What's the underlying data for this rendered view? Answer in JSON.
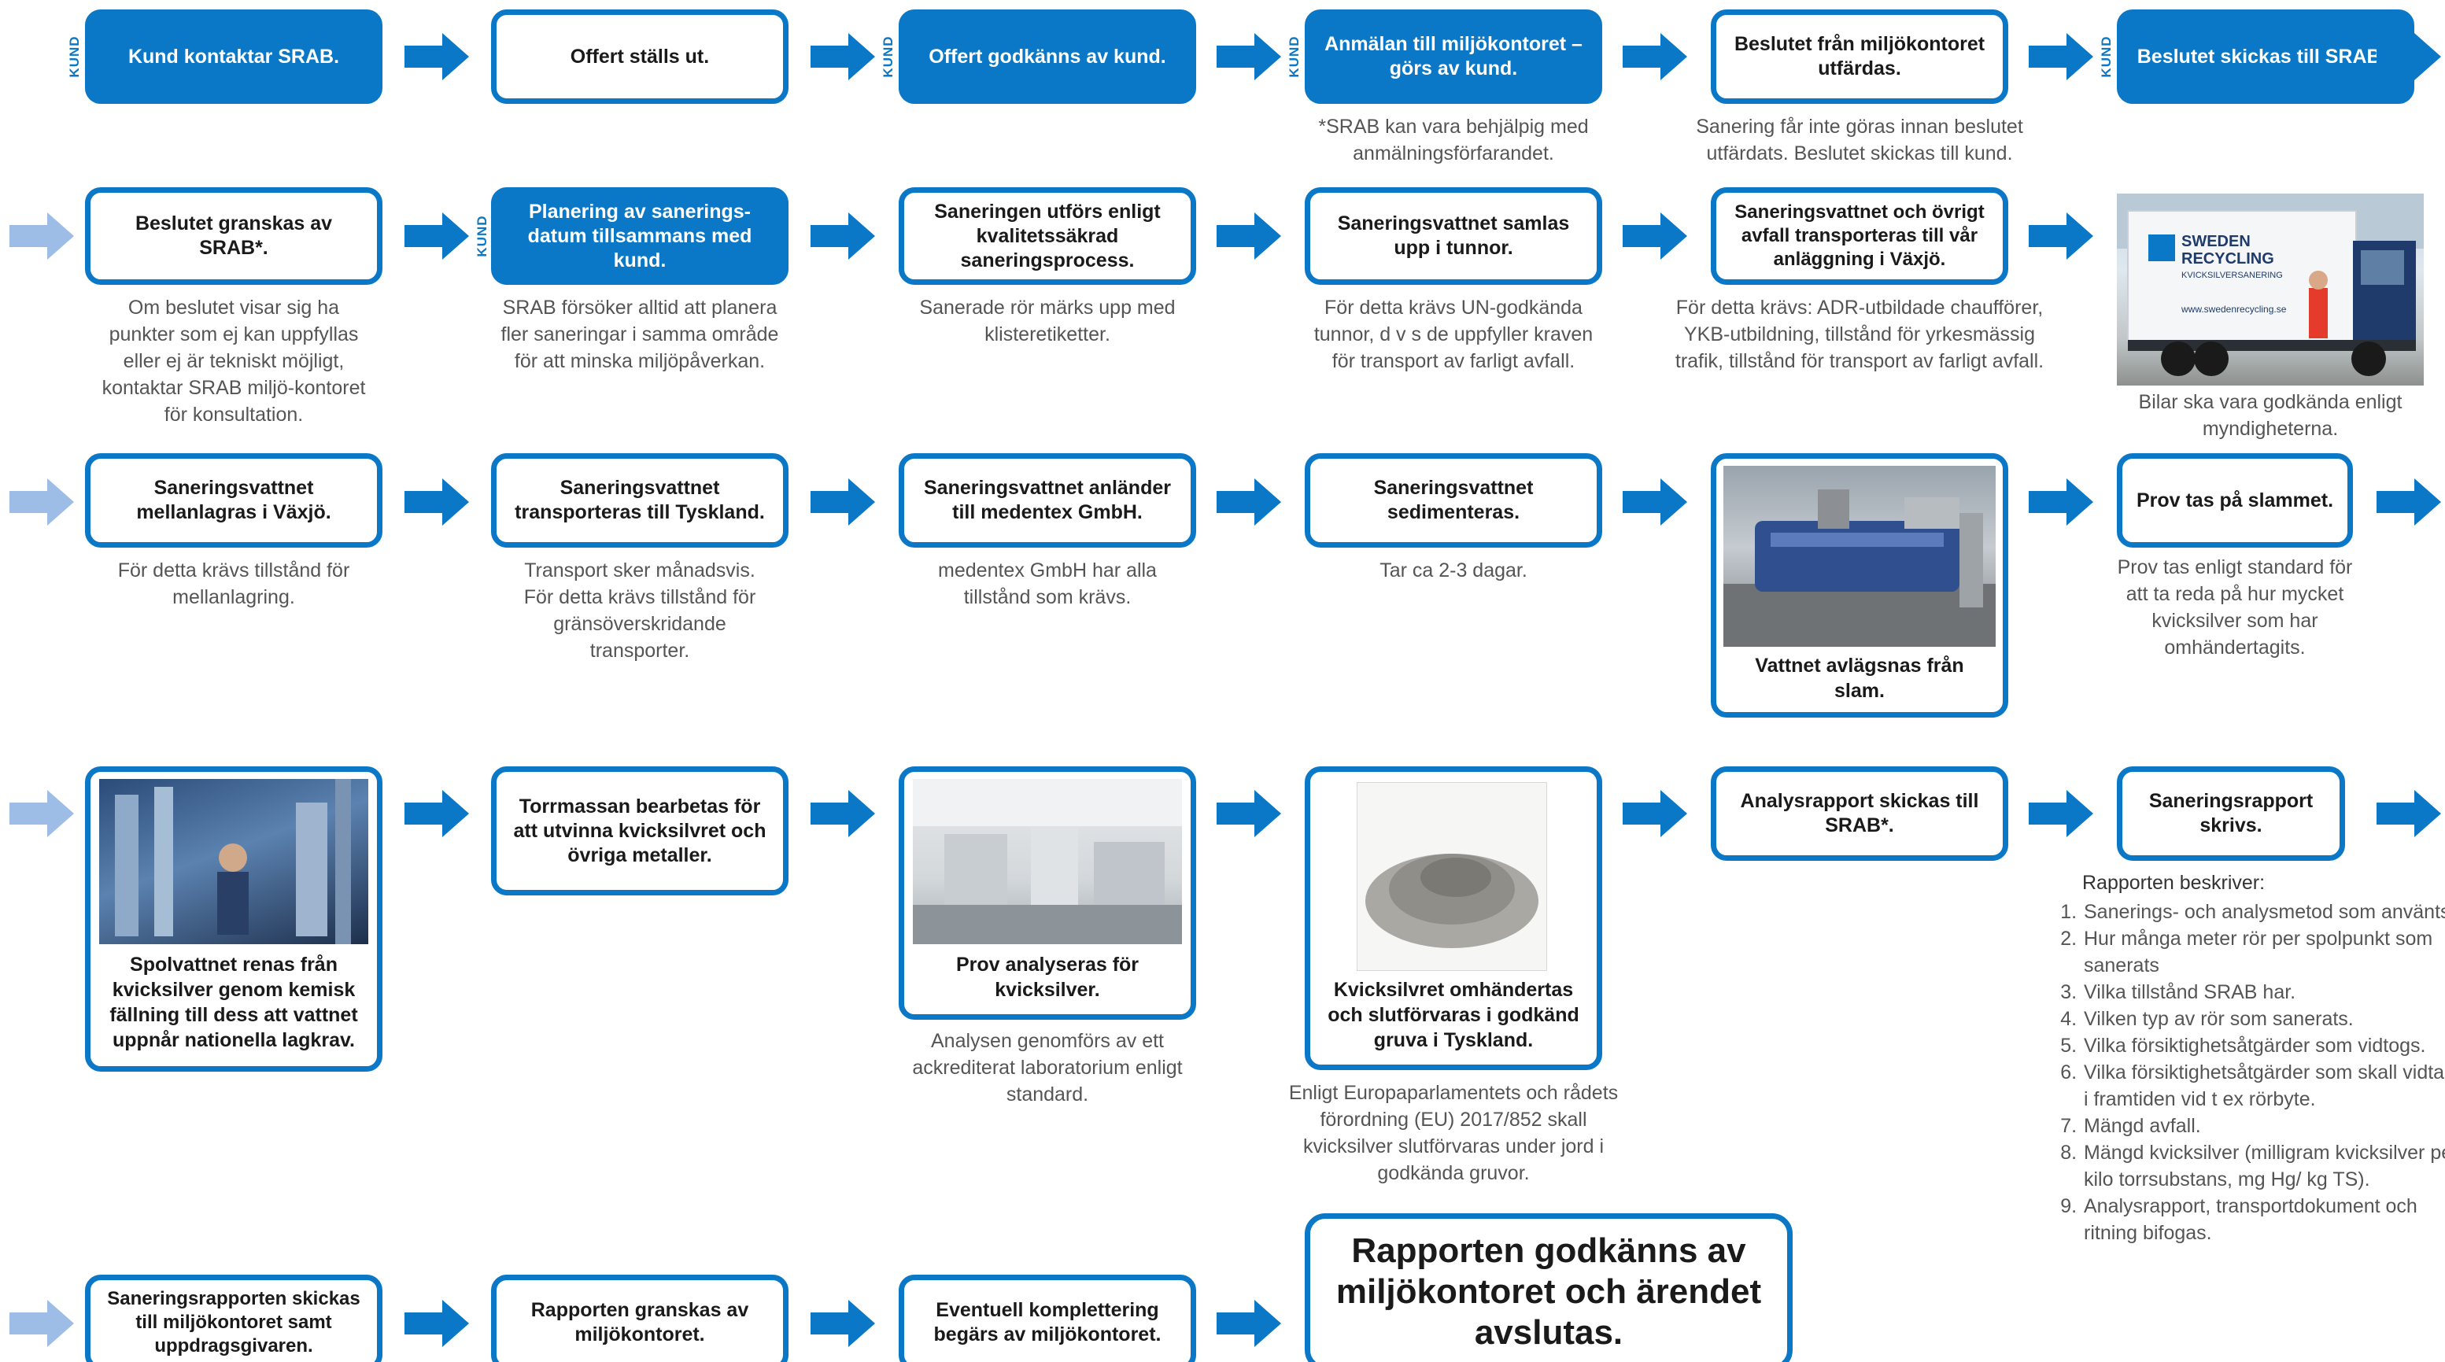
{
  "kund_label": "KUND",
  "row1": {
    "s1": "Kund kontaktar SRAB.",
    "s2": "Offert ställs ut.",
    "s3": "Offert godkänns av kund.",
    "s4": "Anmälan till miljökontoret – görs av kund.",
    "s4_desc": "*SRAB kan vara behjälpig med anmälningsförfarandet.",
    "s5": "Beslutet från miljökontoret utfärdas.",
    "s5_desc": "Sanering får inte göras innan beslutet utfärdats. Beslutet skickas till kund.",
    "s6": "Beslutet skickas till SRAB*."
  },
  "row2": {
    "s1": "Beslutet granskas av SRAB*.",
    "s1_desc": "Om beslutet visar sig ha punkter som ej kan uppfyllas eller ej är tekniskt möjligt, kontaktar SRAB miljö-kontoret för konsultation.",
    "s2": "Planering av sanerings-datum tillsammans med kund.",
    "s2_desc": "SRAB försöker alltid att planera fler saneringar i samma område för att minska miljöpåverkan.",
    "s3": "Saneringen utförs enligt kvalitetssäkrad saneringsprocess.",
    "s3_desc": "Sanerade rör märks upp med klisteretiketter.",
    "s4": "Saneringsvattnet samlas upp  i tunnor.",
    "s4_desc": "För detta krävs UN-godkända tunnor, d v s de uppfyller kraven för transport av farligt avfall.",
    "s5": "Saneringsvattnet och övrigt avfall transporteras till vår anläggning i Växjö.",
    "s5_desc": "För detta krävs: ADR-utbildade chaufförer, YKB-utbildning, tillstånd för yrkesmässig trafik, tillstånd för transport av farligt avfall.",
    "truck_text1": "SWEDEN",
    "truck_text2": "RECYCLING",
    "truck_text3": "KVICKSILVERSANERING",
    "truck_text4": "www.swedenrecycling.se",
    "s6_desc": "Bilar ska vara godkända enligt myndigheterna."
  },
  "row3": {
    "s1": "Saneringsvattnet mellanlagras i Växjö.",
    "s1_desc": "För detta krävs tillstånd för mellanlagring.",
    "s2": "Saneringsvattnet transporteras till Tyskland.",
    "s2_desc": "Transport sker månadsvis. För detta krävs tillstånd för gränsöverskridande transporter.",
    "s3": "Saneringsvattnet anländer till medentex GmbH.",
    "s3_desc": "medentex GmbH har alla tillstånd som krävs.",
    "s4": "Saneringsvattnet sedimenteras.",
    "s4_desc": "Tar ca 2-3 dagar.",
    "s5": "Vattnet avlägsnas från slam.",
    "s6": "Prov tas på slammet.",
    "s6_desc": "Prov tas enligt standard för att ta reda på hur mycket kvicksilver som har omhändertagits."
  },
  "row4": {
    "s1": "Spolvattnet renas från kvicksilver genom kemisk fällning till dess att vattnet uppnår nationella lagkrav.",
    "s2": "Torrmassan bearbetas för att utvinna kvicksilvret och övriga metaller.",
    "s3": "Prov analyseras för kvicksilver.",
    "s3_desc": "Analysen genomförs av ett ackrediterat laboratorium enligt standard.",
    "s4": "Kvicksilvret omhändertas och slutförvaras i godkänd gruva i Tyskland.",
    "s4_desc": "Enligt Europaparlamentets och rådets förordning (EU) 2017/852 skall kvicksilver slutförvaras under jord i godkända gruvor.",
    "s5": "Analysrapport skickas till SRAB*.",
    "s6": "Saneringsrapport skrivs."
  },
  "report": {
    "title": "Rapporten beskriver:",
    "items": [
      "Sanerings- och analysmetod som använts.",
      "Hur många meter rör per spolpunkt som sanerats",
      "Vilka tillstånd SRAB har.",
      "Vilken typ av rör som sanerats.",
      "Vilka försiktighetsåtgärder som vidtogs.",
      "Vilka försiktighetsåtgärder som skall vidtas i framtiden vid t ex rörbyte.",
      "Mängd avfall.",
      "Mängd kvicksilver (milligram kvicksilver per kilo torrsubstans, mg Hg/ kg TS).",
      "Analysrapport, transportdokument och ritning bifogas."
    ]
  },
  "row5": {
    "s1": "Saneringsrapporten skickas till miljökontoret samt uppdragsgivaren.",
    "s2": "Rapporten granskas av miljökontoret.",
    "s3": "Eventuell komplettering begärs av miljökontoret.",
    "final": "Rapporten godkänns av miljökontoret och ärendet avslutas."
  },
  "colors": {
    "blue": "#0a78c6",
    "light_blue": "#9dbde6"
  }
}
